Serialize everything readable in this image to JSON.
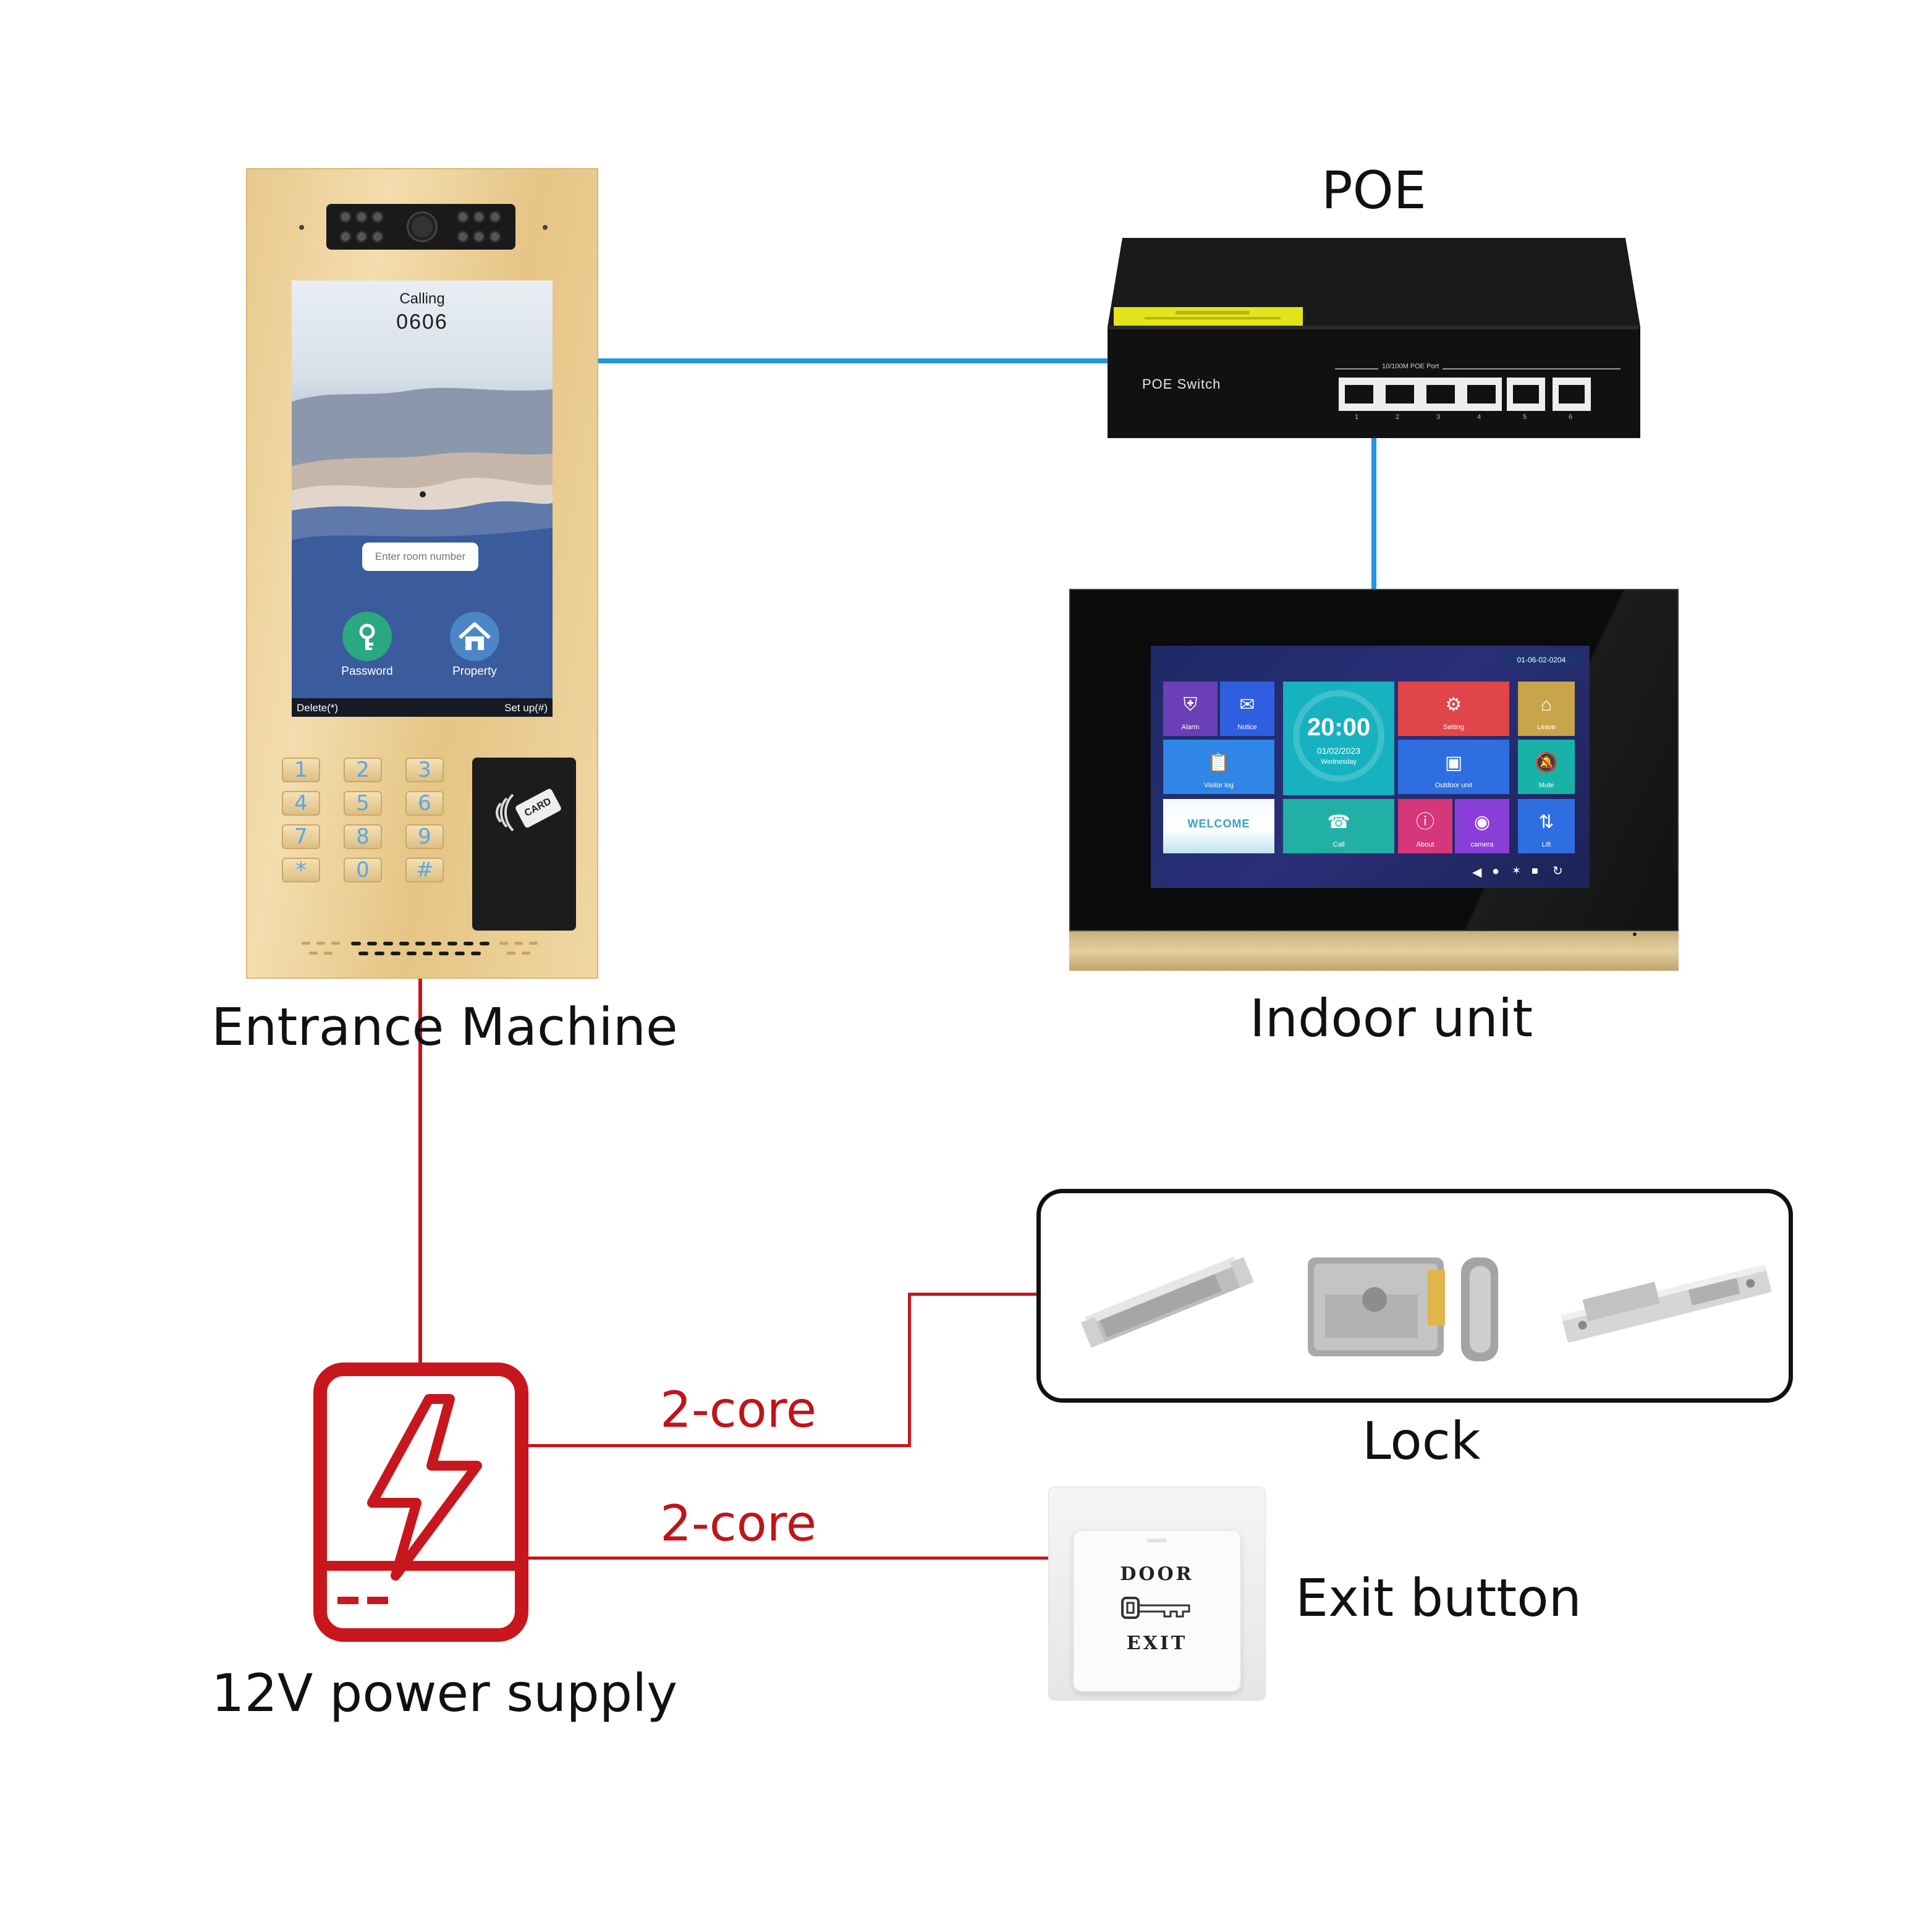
{
  "labels": {
    "poe": "POE",
    "entrance": "Entrance Machine",
    "indoor": "Indoor unit",
    "lock": "Lock",
    "exit": "Exit button",
    "psu": "12V power supply",
    "core_top": "2-core",
    "core_bottom": "2-core"
  },
  "entrance_screen": {
    "calling": "Calling",
    "room": "0606",
    "input_placeholder": "Enter room number",
    "password": "Password",
    "property": "Property",
    "delete": "Delete(*)",
    "setup": "Set up(#)"
  },
  "keypad": [
    "1",
    "2",
    "3",
    "4",
    "5",
    "6",
    "7",
    "8",
    "9",
    "*",
    "0",
    "#"
  ],
  "card_reader": {
    "text": "CARD"
  },
  "poe_switch": {
    "name": "POE Switch",
    "port_label": "10/100M POE Port",
    "ports": [
      "1",
      "2",
      "3",
      "4",
      "5",
      "6"
    ]
  },
  "indoor_screen": {
    "top_id": "01-06-02-0204",
    "clock": "20:00",
    "date": "01/02/2023",
    "weekday": "Wednesday",
    "welcome": "WELCOME",
    "tiles": {
      "alarm": "Alarm",
      "notice": "Notice",
      "setting": "Setting",
      "leave": "Leave",
      "visitor": "Visitor log",
      "outdoor": "Outdoor unit",
      "mute": "Mute",
      "call": "Call",
      "about": "About",
      "camera": "camera",
      "lift": "Lift"
    }
  },
  "exit_button": {
    "top": "DOOR",
    "bottom": "EXIT"
  },
  "colors": {
    "network_wire": "#2496dc",
    "power_wire": "#c8161d",
    "label_text": "#111111"
  }
}
